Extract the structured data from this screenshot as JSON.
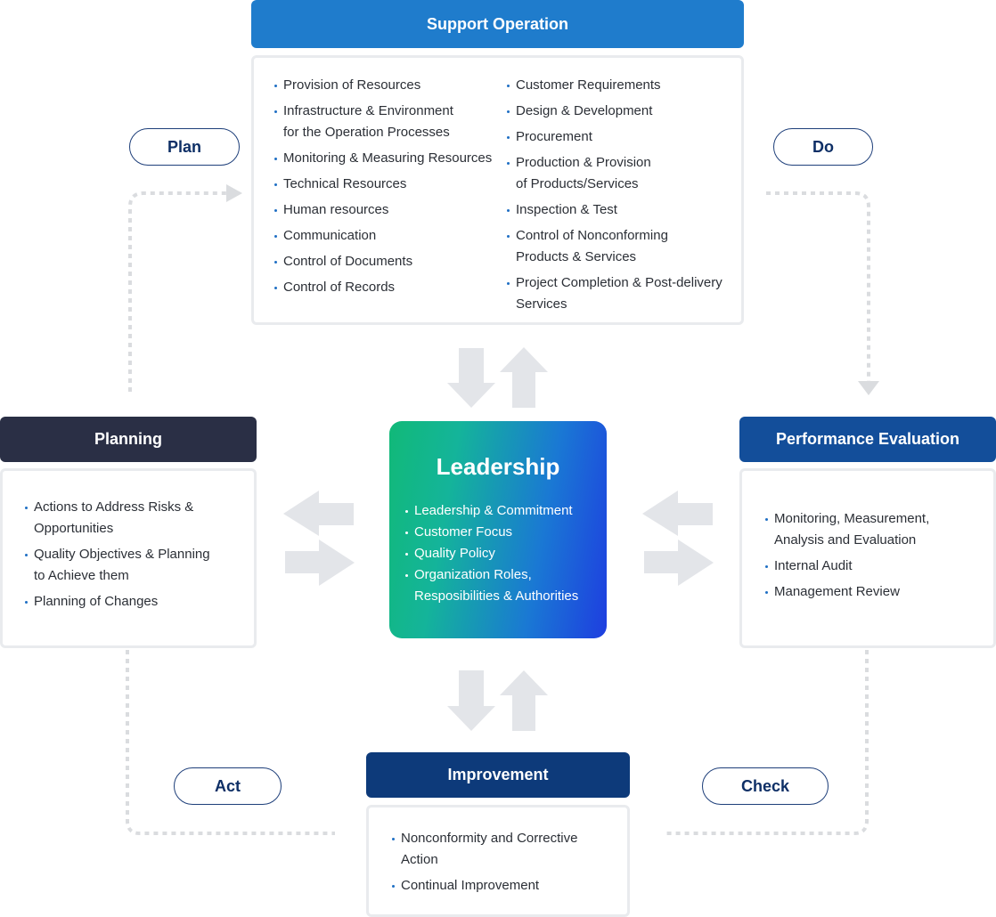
{
  "support_operation": {
    "title": "Support Operation",
    "left_items": [
      "Provision of Resources",
      "Infrastructure & Environment\nfor the Operation Processes",
      "Monitoring & Measuring Resources",
      "Technical Resources",
      "Human resources",
      "Communication",
      "Control of Documents",
      "Control of Records"
    ],
    "right_items": [
      "Customer Requirements",
      "Design & Development",
      "Procurement",
      "Production & Provision\nof Products/Services",
      "Inspection & Test",
      "Control of Nonconforming\nProducts & Services",
      "Project Completion & Post-delivery\nServices"
    ]
  },
  "planning": {
    "title": "Planning",
    "items": [
      "Actions to Address Risks &\nOpportunities",
      "Quality Objectives & Planning\nto Achieve them",
      "Planning of Changes"
    ]
  },
  "performance_evaluation": {
    "title": "Performance Evaluation",
    "items": [
      "Monitoring, Measurement,\nAnalysis and Evaluation",
      "Internal Audit",
      "Management Review"
    ]
  },
  "improvement": {
    "title": "Improvement",
    "items": [
      "Nonconformity and Corrective\nAction",
      "Continual Improvement"
    ]
  },
  "leadership": {
    "title": "Leadership",
    "items": [
      "Leadership & Commitment",
      "Customer Focus",
      "Quality Policy",
      "Organization Roles,\nResposibilities & Authorities"
    ]
  },
  "cycle_labels": {
    "plan": "Plan",
    "do": "Do",
    "act": "Act",
    "check": "Check"
  },
  "colors": {
    "support_header": "#1f7ccc",
    "planning_header": "#2a2f45",
    "performance_header": "#134e9a",
    "improvement_header": "#0d3a7a",
    "leadership_gradient_start": "#11b978",
    "leadership_gradient_end": "#1e3ee0",
    "arrow": "#e3e5e9",
    "dotted_line": "#dadcdf"
  }
}
